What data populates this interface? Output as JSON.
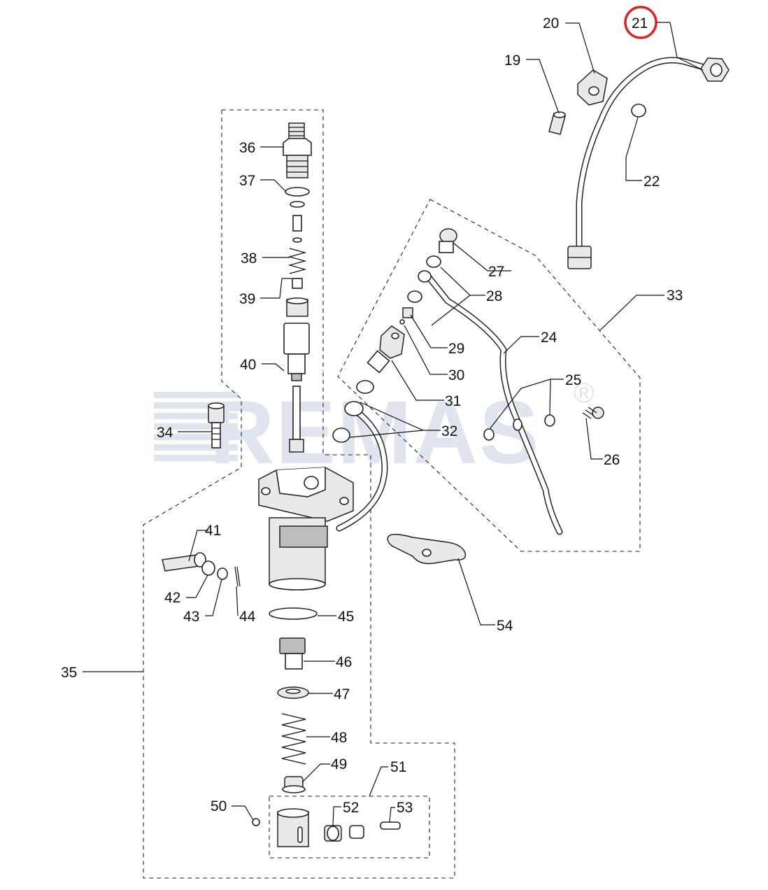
{
  "diagram": {
    "watermark": {
      "text": "REMAS",
      "mark": "®"
    },
    "highlighted_part": "21",
    "labels": [
      "19",
      "20",
      "21",
      "22",
      "24",
      "25",
      "26",
      "27",
      "28",
      "29",
      "30",
      "31",
      "32",
      "33",
      "34",
      "35",
      "36",
      "37",
      "38",
      "39",
      "40",
      "41",
      "42",
      "43",
      "44",
      "45",
      "46",
      "47",
      "48",
      "49",
      "50",
      "51",
      "52",
      "53",
      "54"
    ]
  }
}
